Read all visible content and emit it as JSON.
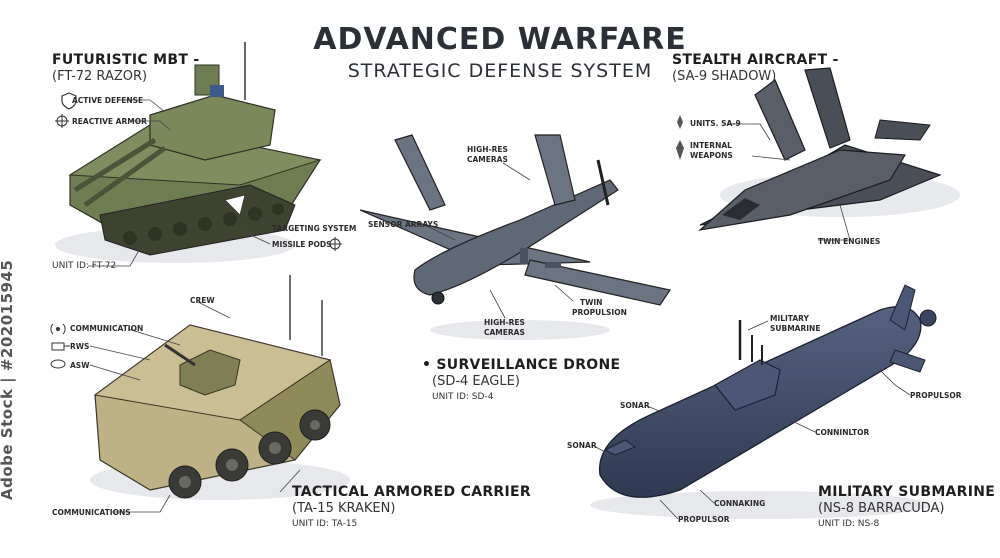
{
  "title": "ADVANCED WARFARE",
  "subtitle": "STRATEGIC DEFENSE SYSTEM",
  "watermark": "Adobe Stock | #202015945",
  "tank": {
    "name": "FUTURISTIC MBT -",
    "model": "(FT-72 RAZOR)",
    "unit_id": "UNIT ID: FT-72",
    "labels": {
      "active_defense": "ACTIVE DEFENSE",
      "reactive_armor": "REACTIVE ARMOR",
      "targeting_system": "TARGETING SYSTEM",
      "missile_pods": "MISSILE PODS"
    }
  },
  "drone": {
    "name": "• SURVEILLANCE DRONE",
    "model": "(SD-4 EAGLE)",
    "unit_id": "UNIT ID: SD-4",
    "labels": {
      "highres_top_1": "HIGH-RES",
      "highres_top_2": "CAMERAS",
      "sensor_arrays": "SENSOR ARRAYS",
      "highres_bot_1": "HIGH-RES",
      "highres_bot_2": "CAMERAS",
      "twin_1": "TWIN",
      "twin_2": "PROPULSION"
    }
  },
  "aircraft": {
    "name": "STEALTH AIRCRAFT -",
    "model": "(SA-9 SHADOW)",
    "labels": {
      "units": "UNITS. SA-9",
      "internal_1": "INTERNAL",
      "internal_2": "WEAPONS",
      "twin_engines": "TWIN ENGINES"
    }
  },
  "carrier": {
    "name": "TACTICAL ARMORED CARRIER",
    "model": "(TA-15 KRAKEN)",
    "unit_id": "UNIT ID: TA-15",
    "labels": {
      "crew": "CREW",
      "communication": "COMMUNICATION",
      "rws": "RWS",
      "asw": "ASW",
      "communications": "COMMUNICATIONS"
    }
  },
  "submarine": {
    "name": "MILITARY SUBMARINE",
    "model": "(NS-8 BARRACUDA)",
    "unit_id": "UNIT ID: NS-8",
    "labels": {
      "military_1": "MILITARY",
      "military_2": "SUBMARINE",
      "propulsor_right": "PROPULSOR",
      "sonar_top": "SONAR",
      "sonar_left": "SONAR",
      "conninltor": "CONNINLTOR",
      "connaking": "CONNAKING",
      "propulsor_bottom": "PROPULSOR"
    }
  },
  "colors": {
    "tank_green": "#6f7d52",
    "carrier_tan": "#bfb186",
    "drone_gray": "#5f6877",
    "jet_dark": "#4a4e57",
    "sub_navy": "#3e4a66"
  }
}
